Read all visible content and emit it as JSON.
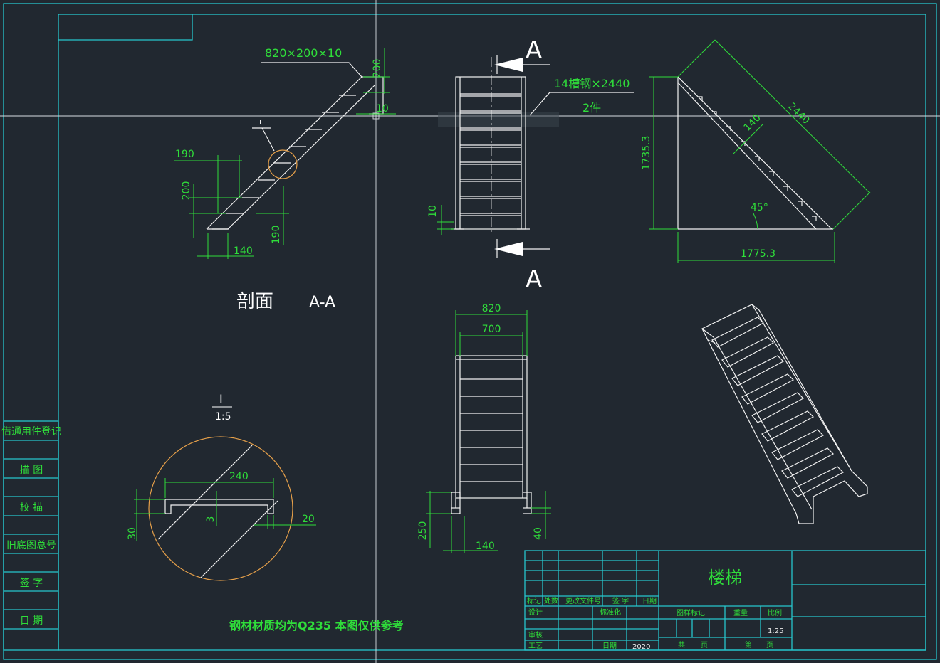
{
  "drawing": {
    "title": "楼梯",
    "scale": "1:25",
    "year": "2020",
    "note": "钢材材质均为Q235  本图仅供参考",
    "section_label": "剖面",
    "section_id": "A-A",
    "cut_marker": "A",
    "detail": {
      "id": "I",
      "scale": "1:5"
    }
  },
  "callouts": {
    "tread_spec": "820×200×10",
    "channel_spec": "14槽钢×2440",
    "channel_qty": "2件"
  },
  "dimensions": {
    "section": {
      "step_height_top": "200",
      "tread_thick": "10",
      "run": "190",
      "rise": "200",
      "rise_low": "190",
      "base": "140"
    },
    "front": {
      "foot": "10"
    },
    "side": {
      "height": "1735.3",
      "length": "2440",
      "spacing": "140",
      "angle": "45°",
      "base": "1775.3"
    },
    "plan": {
      "width_outer": "820",
      "width_inner": "700",
      "base_h": "250",
      "base_w": "140",
      "foot": "40"
    },
    "detail": {
      "tread": "240",
      "thick": "3",
      "height": "30",
      "lip": "20"
    }
  },
  "sidebar": {
    "items": [
      "借通用件登记",
      "描 图",
      "校 描",
      "旧底图总号",
      "签 字",
      "日 期"
    ]
  },
  "title_block": {
    "headers": [
      "标记",
      "处数",
      "更改文件号",
      "签 字",
      "日期"
    ],
    "roles": [
      "设计",
      "标准化",
      "审核",
      "工艺",
      "日期"
    ],
    "fields": [
      "图样标记",
      "重量",
      "比例"
    ],
    "pages": [
      "共",
      "页",
      "第",
      "页"
    ]
  },
  "colors": {
    "background": "#212830",
    "frame": "#27c6cc",
    "dimension": "#2fdd3a",
    "geometry": "#f2f2f2",
    "detail_circle": "#e6a04a"
  }
}
